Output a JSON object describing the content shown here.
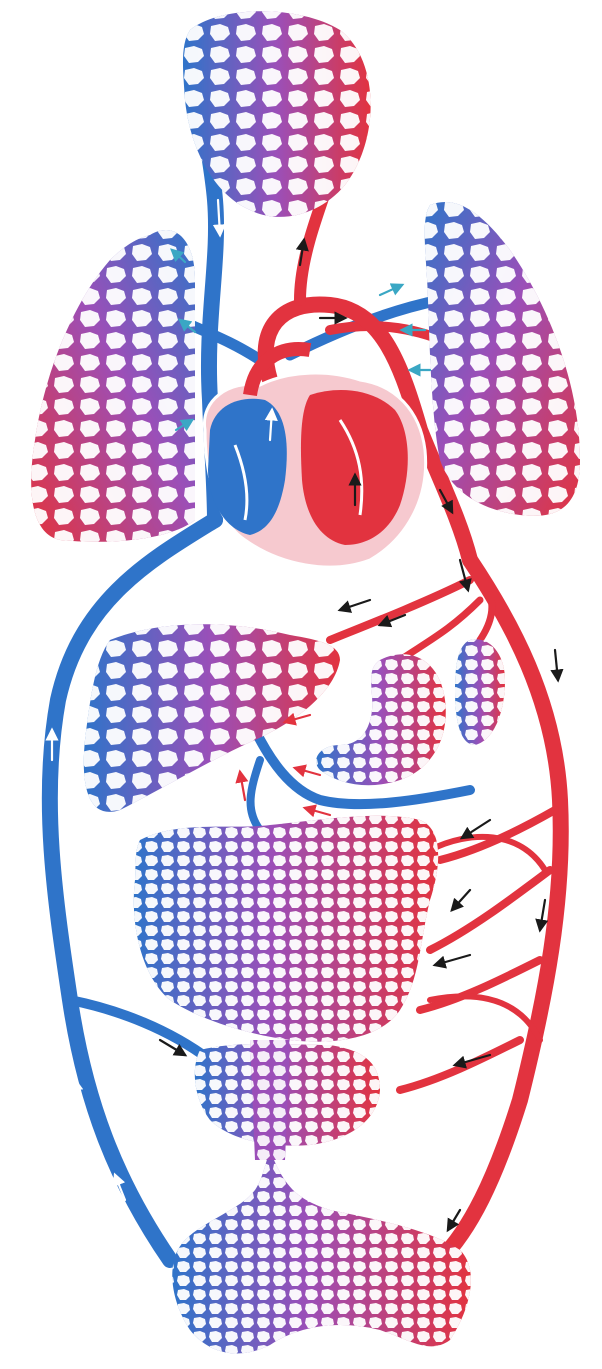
{
  "diagram": {
    "colors": {
      "venous": "#2f74c9",
      "venous_dark": "#1f5fae",
      "arterial": "#e2333f",
      "arterial_dark": "#c81f2b",
      "mixed": "#9b4fb8",
      "heart_bg": "#f6c9cf",
      "heart_outline": "#ffffff",
      "flow_arrow": "#1a1a1a",
      "gas_exchange_arrow": "#3aa7c4",
      "red_arrow": "#e2333f"
    },
    "structures": [
      "brain-capillary-bed",
      "right-lung-capillary-bed",
      "left-lung-capillary-bed",
      "heart",
      "liver-capillary-bed",
      "stomach-capillary-bed",
      "spleen-capillary-bed",
      "kidney-capillary-bed",
      "intestine-capillary-bed",
      "lower-body-capillary-bed",
      "vena-cava",
      "aorta",
      "hepatic-portal-vein"
    ]
  }
}
